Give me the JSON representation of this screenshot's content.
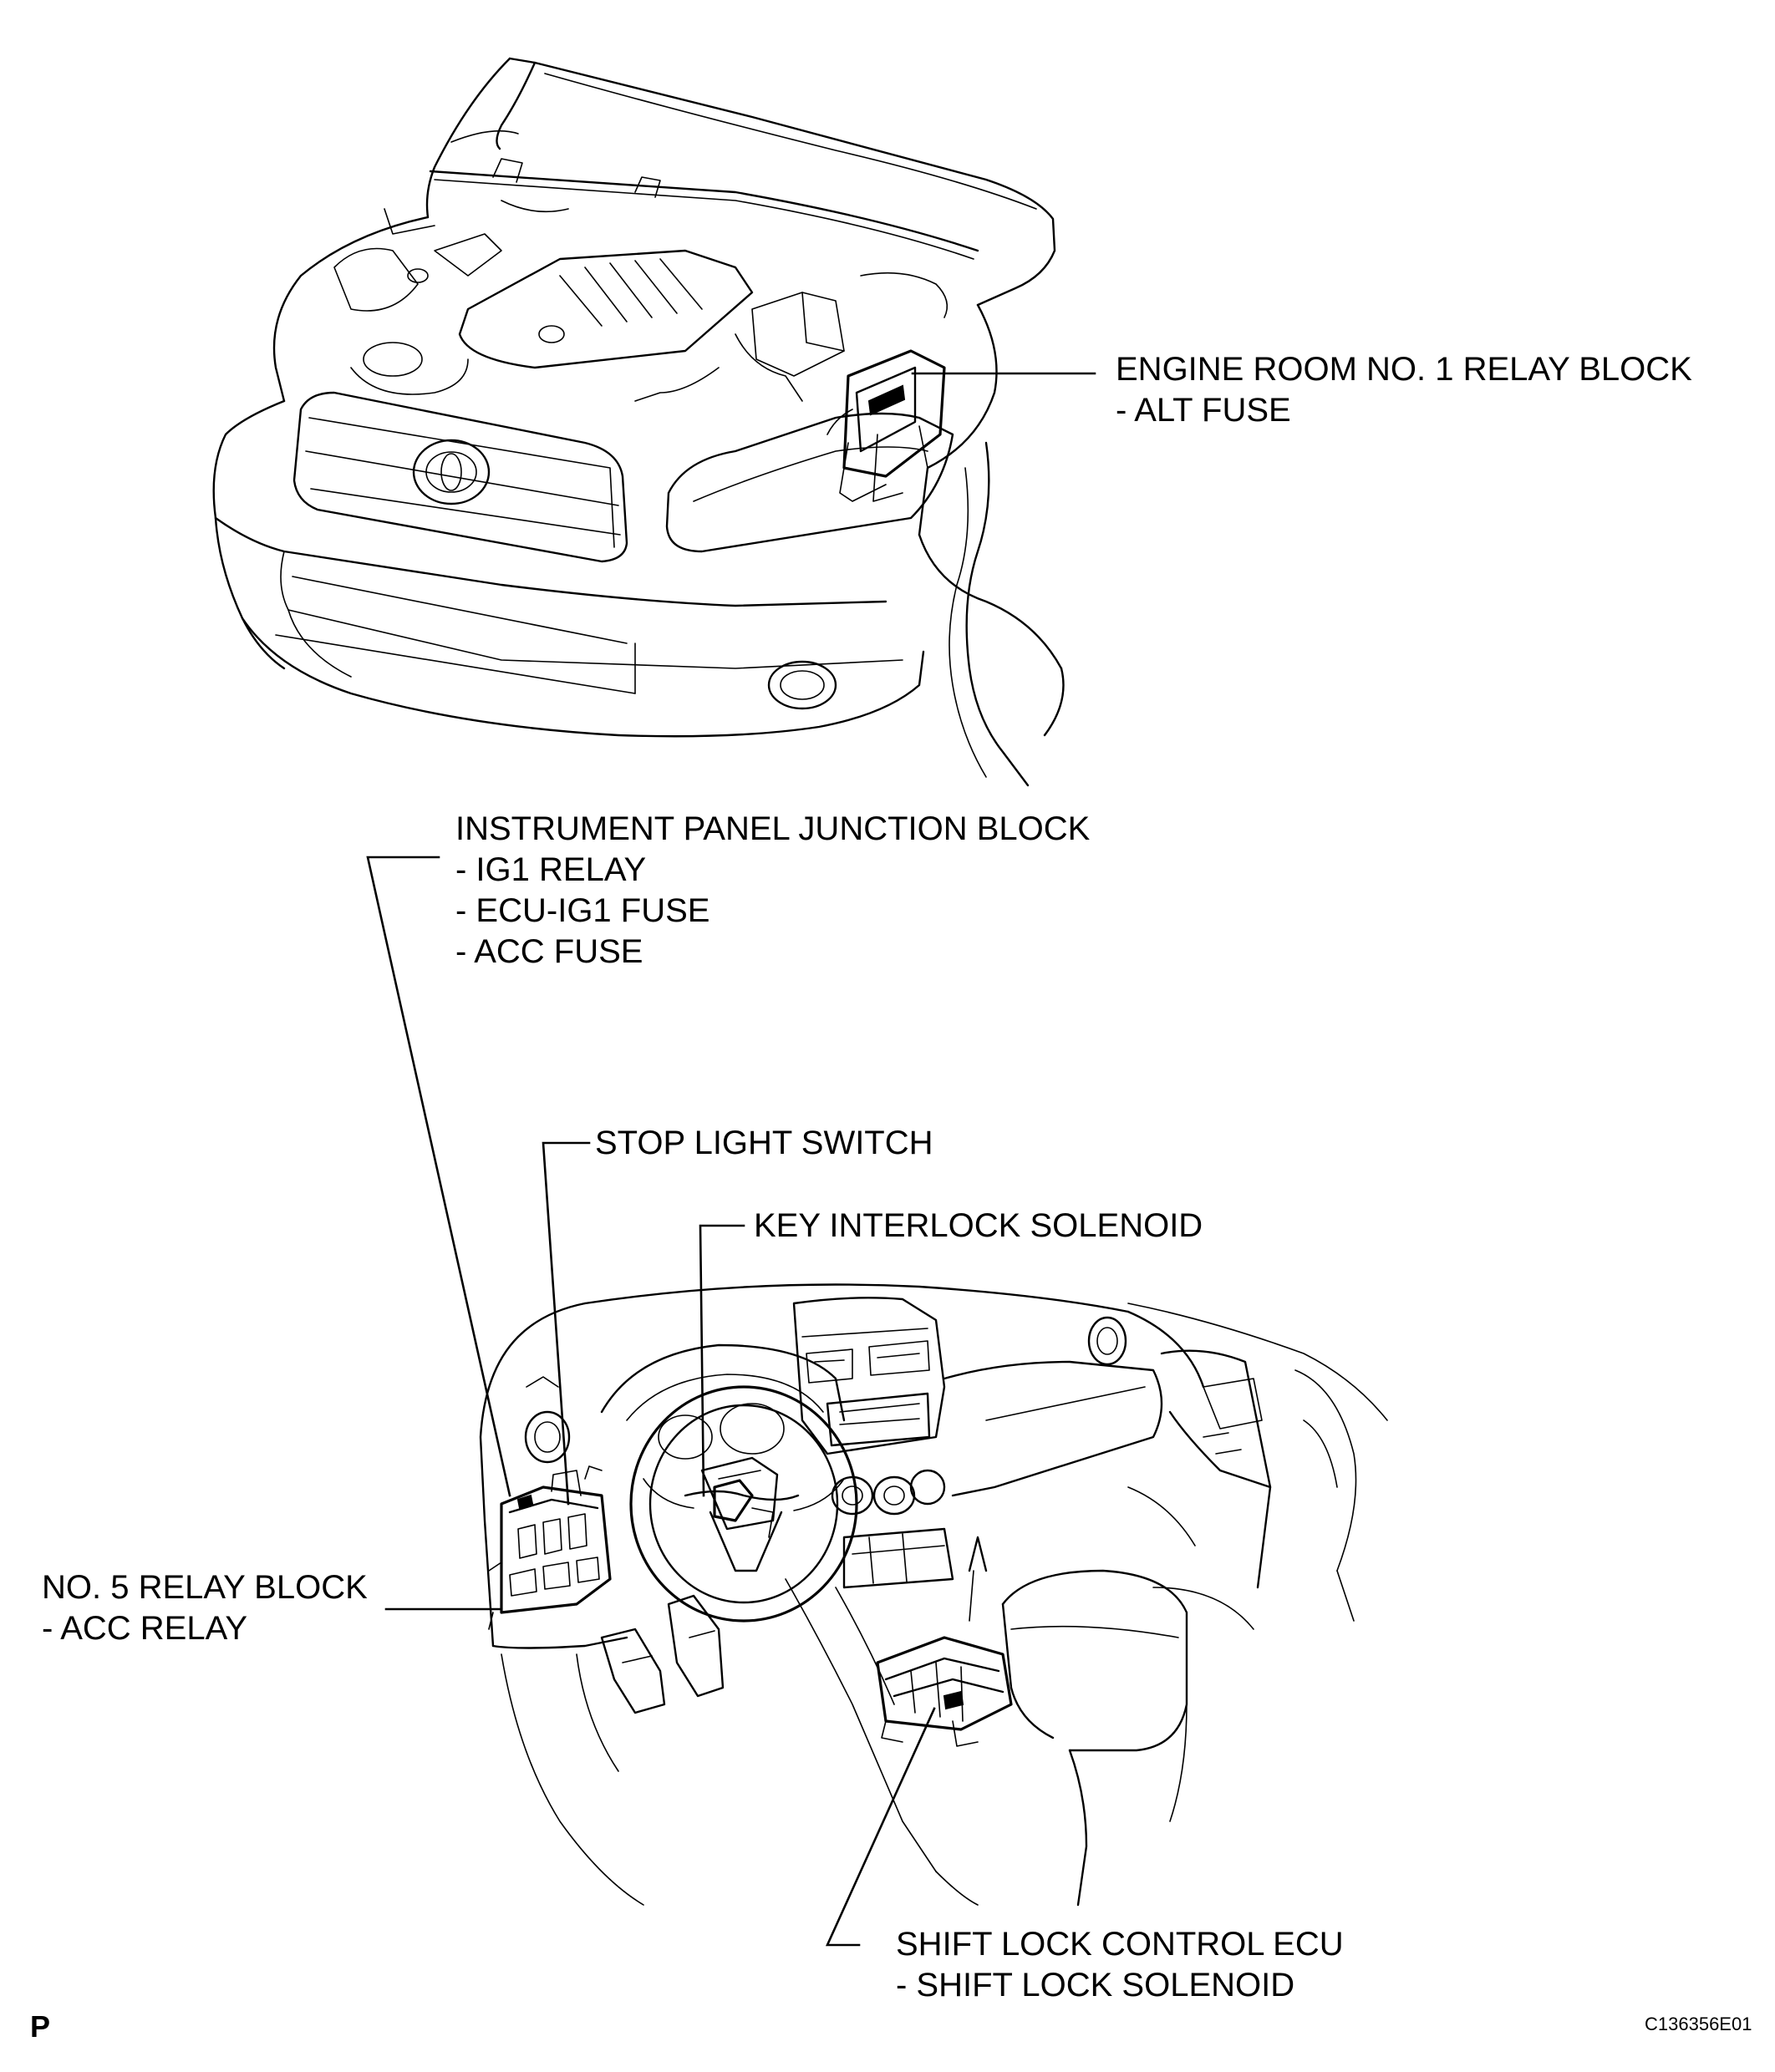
{
  "callouts": {
    "engine_room_relay_block": {
      "title": "ENGINE ROOM NO. 1 RELAY BLOCK",
      "items": [
        "- ALT FUSE"
      ]
    },
    "instrument_panel_junction_block": {
      "title": "INSTRUMENT PANEL JUNCTION BLOCK",
      "items": [
        "- IG1 RELAY",
        "- ECU-IG1 FUSE",
        "- ACC FUSE"
      ]
    },
    "stop_light_switch": {
      "title": "STOP LIGHT SWITCH"
    },
    "key_interlock_solenoid": {
      "title": "KEY INTERLOCK SOLENOID"
    },
    "no5_relay_block": {
      "title": "NO. 5 RELAY BLOCK",
      "items": [
        "- ACC RELAY"
      ]
    },
    "shift_lock_control_ecu": {
      "title": "SHIFT LOCK CONTROL ECU",
      "items": [
        "- SHIFT LOCK SOLENOID"
      ]
    }
  },
  "footer": {
    "left_mark": "P",
    "figure_code": "C136356E01"
  }
}
